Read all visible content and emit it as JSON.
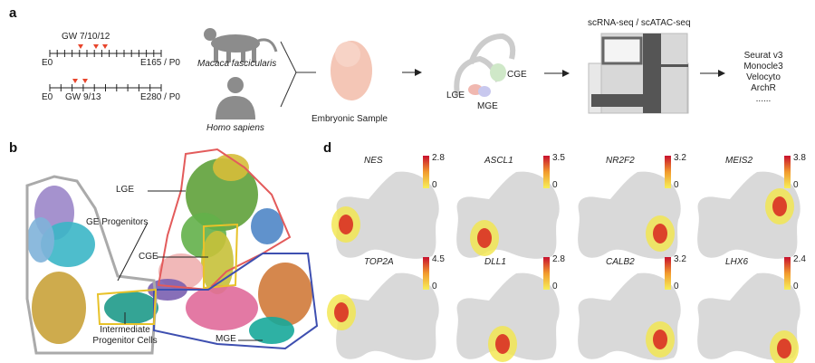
{
  "panel_a": {
    "label": "a",
    "timeline_macaque": {
      "marker_label": "GW 7/10/12",
      "start": "E0",
      "end": "E165 / P0"
    },
    "timeline_human": {
      "marker_label": "GW 9/13",
      "start": "E0",
      "end": "E280 / P0"
    },
    "species": [
      "Macaca fascicularis",
      "Homo sapiens"
    ],
    "sample_label": "Embryonic Sample",
    "brain_regions": [
      "CGE",
      "LGE",
      "MGE"
    ],
    "sequencing_label": "scRNA-seq / scATAC-seq",
    "tools": [
      "Seurat v3",
      "Monocle3",
      "Velocyto",
      "ArchR",
      "......"
    ]
  },
  "panel_b": {
    "label": "b",
    "annotations": [
      "LGE",
      "GE Progenitors",
      "CGE",
      "Intermediate",
      "Progenitor Cells",
      "MGE"
    ]
  },
  "panel_d": {
    "label": "d",
    "colors": {
      "low": "#f2e64a",
      "high": "#d7191c",
      "background": "#d9d9d9"
    },
    "genes": [
      {
        "name": "NES",
        "max": "2.8",
        "min": "0"
      },
      {
        "name": "ASCL1",
        "max": "3.5",
        "min": "0"
      },
      {
        "name": "NR2F2",
        "max": "3.2",
        "min": "0"
      },
      {
        "name": "MEIS2",
        "max": "3.8",
        "min": "0"
      },
      {
        "name": "TOP2A",
        "max": "4.5",
        "min": "0"
      },
      {
        "name": "DLL1",
        "max": "2.8",
        "min": "0"
      },
      {
        "name": "CALB2",
        "max": "3.2",
        "min": "0"
      },
      {
        "name": "LHX6",
        "max": "2.4",
        "min": "0"
      }
    ]
  }
}
